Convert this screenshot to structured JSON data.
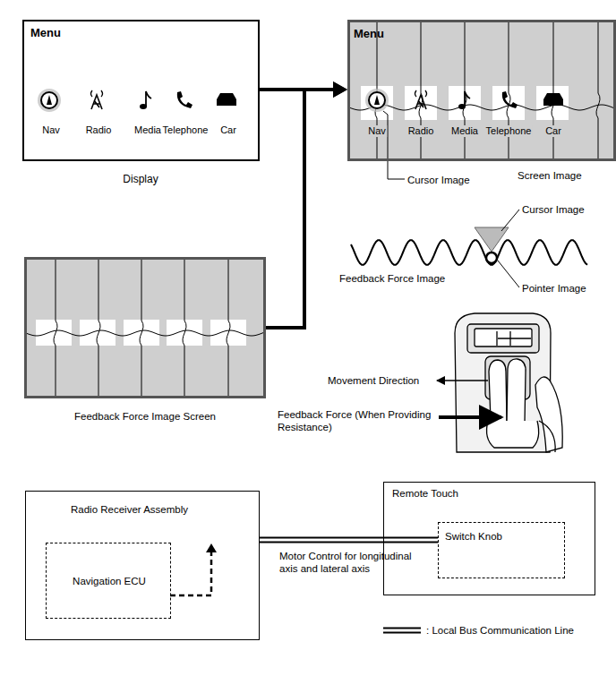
{
  "diagram": {
    "nodes": [
      {
        "text": [
          "Menu",
          "Nav",
          "Radio",
          "Media",
          "Telephone",
          "Car",
          "Display"
        ]
      },
      {
        "text": [
          "Menu",
          "Nav",
          "Radio",
          "Media",
          "Telephone",
          "Car",
          "Screen Image"
        ]
      },
      {
        "text": [
          "Feedback Force Image Screen"
        ]
      },
      {
        "text": [
          "Radio Receiver Assembly"
        ]
      },
      {
        "text": [
          "Navigation ECU"
        ],
        "in": 3
      },
      {
        "text": [
          "Remote Touch"
        ]
      },
      {
        "text": [
          "Switch Knob"
        ],
        "in": 5
      }
    ],
    "edges": [
      {
        "from": 0,
        "to": 1,
        "arrow": "to"
      },
      {
        "from": 2,
        "to": 1,
        "arrow": "to"
      },
      {
        "from": 3,
        "to": 6,
        "label": "Motor Control for longitudinal axis and lateral axis",
        "arrow": "none"
      }
    ],
    "labels": [
      "Cursor Image",
      "Cursor Image",
      "Pointer Image",
      "Feedback Force Image",
      "Movement Direction",
      "Feedback Force (When Providing Resistance)"
    ],
    "legend": [
      {
        "text": ": Local Bus Communication Line"
      }
    ]
  }
}
